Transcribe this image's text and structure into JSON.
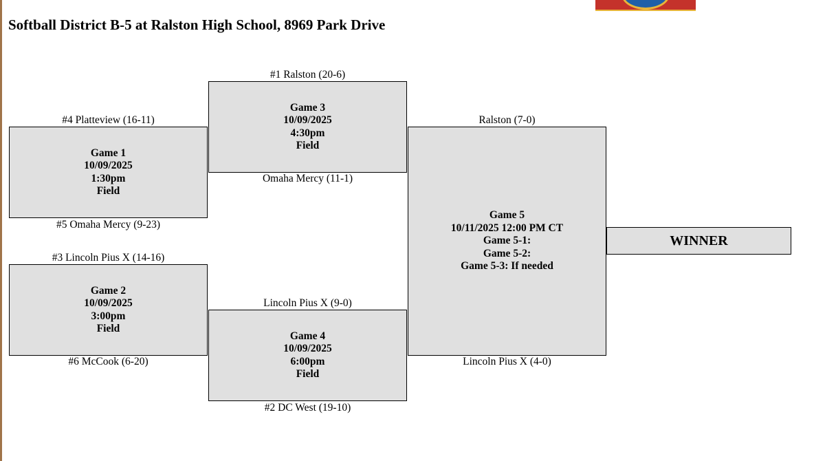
{
  "title": "Softball District B-5 at Ralston High School, 8969 Park Drive",
  "games": {
    "game1": {
      "top_team": "#4 Platteview  (16-11)",
      "bottom_team": "#5 Omaha Mercy  (9-23)",
      "lines": [
        "Game 1",
        "10/09/2025",
        "1:30pm",
        "Field"
      ]
    },
    "game2": {
      "top_team": "#3 Lincoln Pius X  (14-16)",
      "bottom_team": "#6 McCook  (6-20)",
      "lines": [
        "Game 2",
        "10/09/2025",
        "3:00pm",
        "Field"
      ]
    },
    "game3": {
      "top_team": "#1 Ralston  (20-6)",
      "bottom_team": "Omaha Mercy (11-1)",
      "lines": [
        "Game 3",
        "10/09/2025",
        "4:30pm",
        "Field"
      ]
    },
    "game4": {
      "top_team": "Lincoln Pius X (9-0)",
      "bottom_team": "#2 DC West  (19-10)",
      "lines": [
        "Game 4",
        "10/09/2025",
        "6:00pm",
        "Field"
      ]
    },
    "game5": {
      "top_team": "Ralston (7-0)",
      "bottom_team": "Lincoln Pius X (4-0)",
      "lines": [
        "Game 5",
        "10/11/2025 12:00 PM CT",
        "Game 5-1:",
        "Game 5-2:",
        "Game 5-3: If needed"
      ]
    }
  },
  "winner_label": "WINNER",
  "colors": {
    "box_fill": "#e0e0e0",
    "border": "#000000",
    "logo_red": "#c4322b",
    "logo_blue": "#1f5fa8",
    "logo_gold": "#e8b53a"
  }
}
